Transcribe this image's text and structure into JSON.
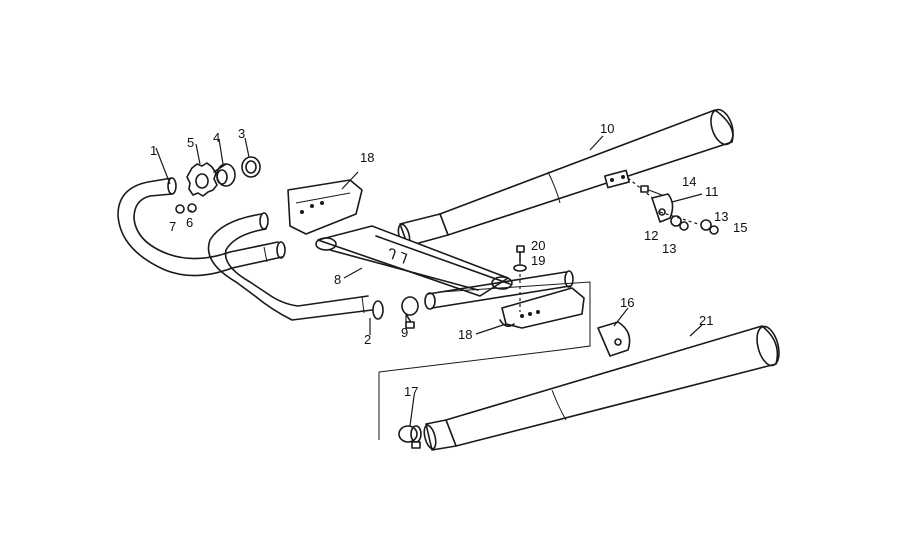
{
  "callouts": [
    {
      "id": "c1",
      "label": "1"
    },
    {
      "id": "c2",
      "label": "2"
    },
    {
      "id": "c3",
      "label": "3"
    },
    {
      "id": "c4",
      "label": "4"
    },
    {
      "id": "c5",
      "label": "5"
    },
    {
      "id": "c6",
      "label": "6"
    },
    {
      "id": "c7",
      "label": "7"
    },
    {
      "id": "c8",
      "label": "8"
    },
    {
      "id": "c9",
      "label": "9"
    },
    {
      "id": "c10",
      "label": "10"
    },
    {
      "id": "c11",
      "label": "11"
    },
    {
      "id": "c12",
      "label": "12"
    },
    {
      "id": "c13a",
      "label": "13"
    },
    {
      "id": "c13b",
      "label": "13"
    },
    {
      "id": "c14",
      "label": "14"
    },
    {
      "id": "c15",
      "label": "15"
    },
    {
      "id": "c16",
      "label": "16"
    },
    {
      "id": "c17",
      "label": "17"
    },
    {
      "id": "c18a",
      "label": "18"
    },
    {
      "id": "c18b",
      "label": "18"
    },
    {
      "id": "c19",
      "label": "19"
    },
    {
      "id": "c20",
      "label": "20"
    },
    {
      "id": "c21",
      "label": "21"
    }
  ]
}
